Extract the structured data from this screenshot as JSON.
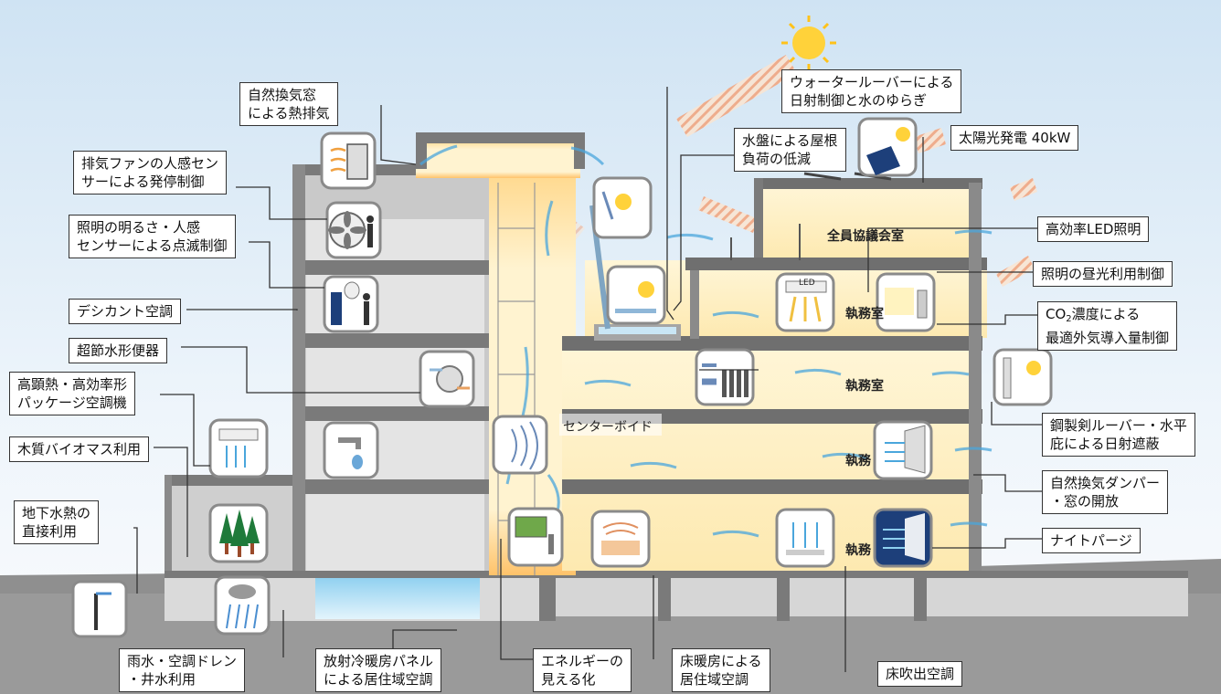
{
  "labels": {
    "natural_vent_window": [
      "自然換気窓",
      "による熱排気"
    ],
    "water_louver": [
      "ウォータールーバーによる",
      "日射制御と水のゆらぎ"
    ],
    "water_basin": [
      "水盤による屋根",
      "負荷の低減"
    ],
    "solar": "太陽光発電 40kW",
    "exhaust_fan": [
      "排気ファンの人感セン",
      "サーによる発停制御"
    ],
    "lighting_sensor": [
      "照明の明るさ・人感",
      "センサーによる点滅制御"
    ],
    "desiccant": "デシカント空調",
    "water_saving_toilet": "超節水形便器",
    "package_ac": [
      "高顕熱・高効率形",
      "パッケージ空調機"
    ],
    "biomass": "木質バイオマス利用",
    "groundwater": [
      "地下水熱の",
      "直接利用"
    ],
    "rainwater": [
      "雨水・空調ドレン",
      "・井水利用"
    ],
    "radiant_panel": [
      "放射冷暖房パネル",
      "による居住域空調"
    ],
    "energy_visual": [
      "エネルギーの",
      "見える化"
    ],
    "floor_heating": [
      "床暖房による",
      "居住域空調"
    ],
    "floor_outlet": "床吹出空調",
    "led": "高効率LED照明",
    "daylight": "照明の昼光利用制御",
    "co2_pre": "CO",
    "co2_sub": "2",
    "co2_post": "濃度による",
    "co2_line2": "最適外気導入量制御",
    "steel_louver": [
      "鋼製剣ルーバー・水平",
      "庇による日射遮蔽"
    ],
    "damper": [
      "自然換気ダンパー",
      "・窓の開放"
    ],
    "night_purge": "ナイトパージ"
  },
  "rooms": {
    "meeting": "全員協議会室",
    "office1": "執務室",
    "office2": "執務室",
    "office3": "執務",
    "office4": "執務",
    "void": "センターボイド",
    "led_text": "LED"
  }
}
